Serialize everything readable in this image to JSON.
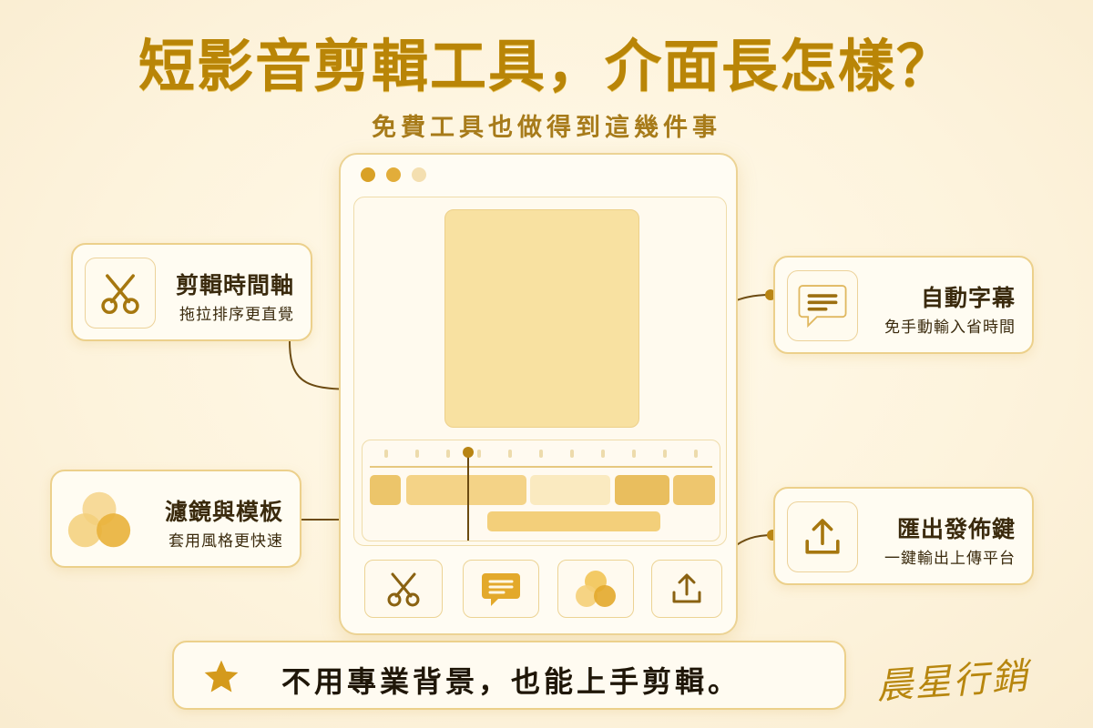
{
  "header": {
    "title": "短影音剪輯工具，介面長怎樣？",
    "subtitle": "免費工具也做得到這幾件事"
  },
  "callouts": {
    "timeline": {
      "title": "剪輯時間軸",
      "desc": "拖拉排序更直覺",
      "icon": "scissors-icon"
    },
    "filters": {
      "title": "濾鏡與模板",
      "desc": "套用風格更快速",
      "icon": "color-circles-icon"
    },
    "captions": {
      "title": "自動字幕",
      "desc": "免手動輸入省時間",
      "icon": "chat-lines-icon"
    },
    "export": {
      "title": "匯出發佈鍵",
      "desc": "一鍵輸出上傳平台",
      "icon": "upload-icon"
    }
  },
  "toolbar": {
    "icons": [
      "scissors-icon",
      "caption-bubble-icon",
      "filter-circles-icon",
      "upload-icon"
    ]
  },
  "banner": {
    "text": "不用專業背景，也能上手剪輯。",
    "icon": "star-icon"
  },
  "brand": {
    "text": "晨星行銷"
  },
  "colors": {
    "accent": "#b98507",
    "accent_light": "#f8e1a1",
    "card_border": "#ecd08b",
    "background": "#fdf3dc",
    "text_dark": "#3a2a0d"
  }
}
